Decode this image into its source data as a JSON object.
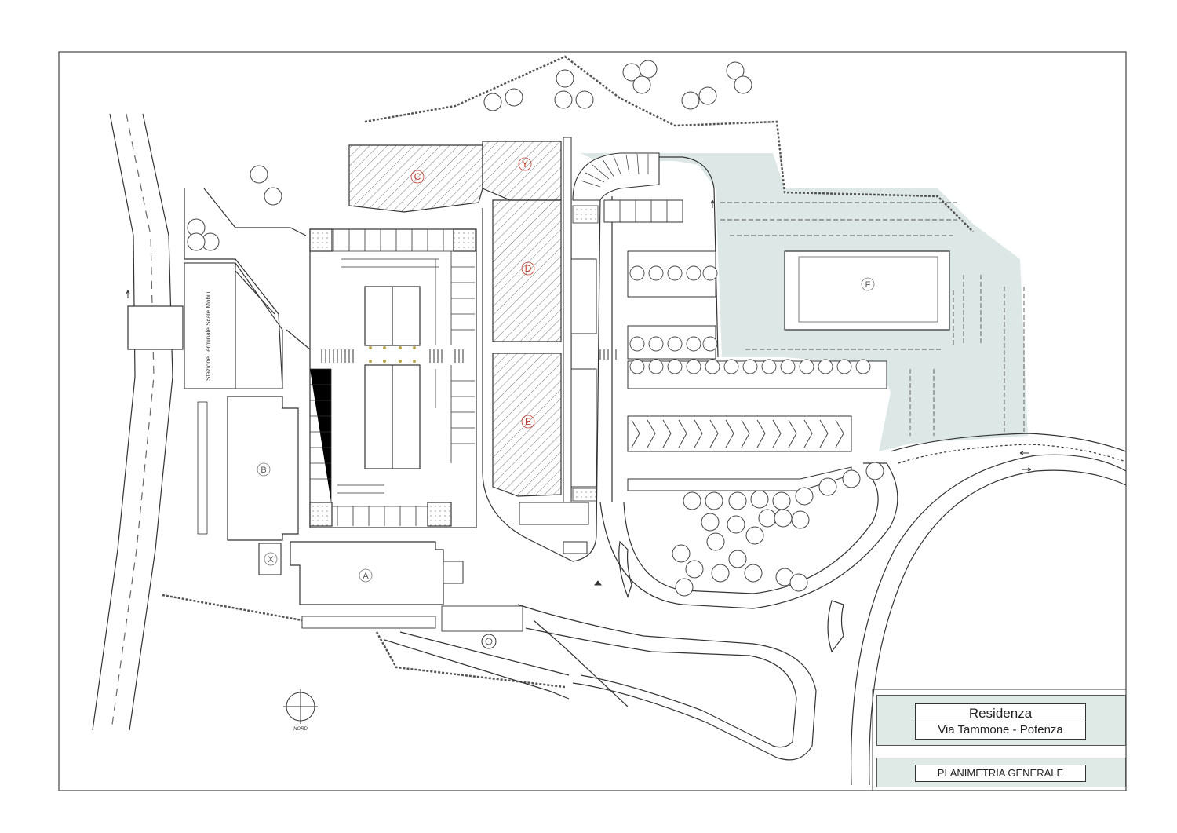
{
  "title_block": {
    "name": "Residenza",
    "address": "Via Tammone - Potenza",
    "drawing_title": "PLANIMETRIA GENERALE"
  },
  "buildings": {
    "a": "A",
    "b": "B",
    "c": "C",
    "d": "D",
    "e": "E",
    "f": "F",
    "x": "X",
    "y": "Y"
  },
  "station_label": "Stazione Terminale Scale Mobili",
  "north_label": "NORD",
  "colors": {
    "line": "#333333",
    "hatch": "#777777",
    "tint": "#dde8e6",
    "label_red": "#c0392b"
  }
}
